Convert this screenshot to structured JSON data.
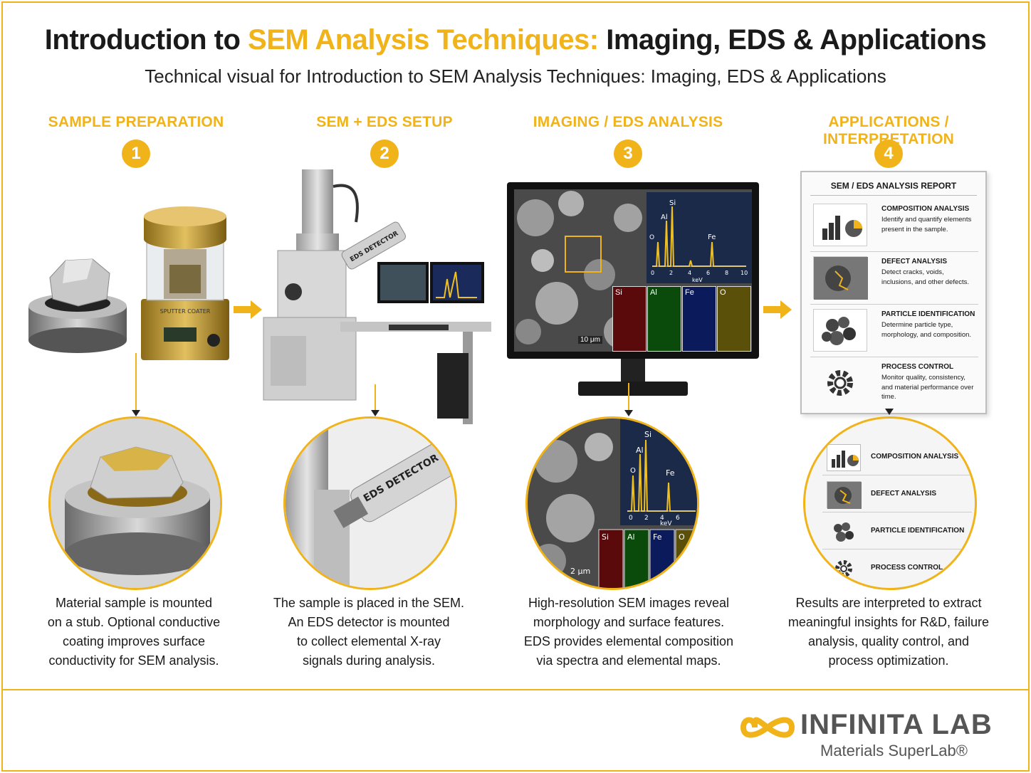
{
  "header": {
    "title_pre": "Introduction to ",
    "title_highlight": "SEM Analysis Techniques:",
    "title_post": " Imaging, EDS & Applications",
    "subtitle": "Technical visual for Introduction to SEM Analysis Techniques: Imaging, EDS & Applications"
  },
  "steps": [
    {
      "number": "1",
      "heading": "SAMPLE PREPARATION",
      "caption": [
        "Material sample is mounted",
        "on a stub. Optional conductive",
        "coating improves surface",
        "conductivity for SEM analysis."
      ]
    },
    {
      "number": "2",
      "heading": "SEM + EDS SETUP",
      "caption": [
        "The sample is placed in the SEM.",
        "An EDS detector is mounted",
        "to collect elemental X-ray",
        "signals during analysis."
      ]
    },
    {
      "number": "3",
      "heading": "IMAGING / EDS ANALYSIS",
      "caption": [
        "High-resolution SEM images reveal",
        "morphology and surface features.",
        "EDS provides elemental composition",
        "via spectra and elemental maps."
      ]
    },
    {
      "number": "4",
      "heading": "APPLICATIONS / INTERPRETATION",
      "caption": [
        "Results are interpreted to extract",
        "meaningful insights for R&D, failure",
        "analysis, quality control, and",
        "process optimization."
      ]
    }
  ],
  "setup": {
    "detector_label": "EDS DETECTOR",
    "detector_label_zoom": "EDS DETECTOR",
    "coater_label": "SPUTTER COATER"
  },
  "analysis": {
    "spectrum_peaks": [
      "O",
      "Al",
      "Si",
      "Fe"
    ],
    "spectrum_axis_label": "keV",
    "spectrum_ticks": [
      "0",
      "2",
      "4",
      "6",
      "8",
      "10"
    ],
    "zoom_spectrum_ticks": [
      "0",
      "2",
      "4",
      "6"
    ],
    "maps": [
      "Si",
      "Al",
      "Fe",
      "O"
    ],
    "scale_bar": "10 μm",
    "zoom_scale_bar": "2 μm"
  },
  "report": {
    "title": "SEM / EDS ANALYSIS REPORT",
    "items": [
      {
        "heading": "COMPOSITION ANALYSIS",
        "text": "Identify and quantify elements present in the sample.",
        "icon": "chart-icon"
      },
      {
        "heading": "DEFECT ANALYSIS",
        "text": "Detect cracks, voids, inclusions, and other defects.",
        "icon": "defect-icon"
      },
      {
        "heading": "PARTICLE IDENTIFICATION",
        "text": "Determine particle type, morphology, and composition.",
        "icon": "particles-icon"
      },
      {
        "heading": "PROCESS CONTROL",
        "text": "Monitor quality, consistency, and material performance over time.",
        "icon": "gear-icon"
      }
    ]
  },
  "brand": {
    "name": "INFINITA LAB",
    "tagline": "Materials SuperLab®"
  },
  "colors": {
    "accent": "#f0b31a",
    "si": "#d42020",
    "al": "#20b020",
    "fe": "#2040d0",
    "o": "#d8c020"
  }
}
